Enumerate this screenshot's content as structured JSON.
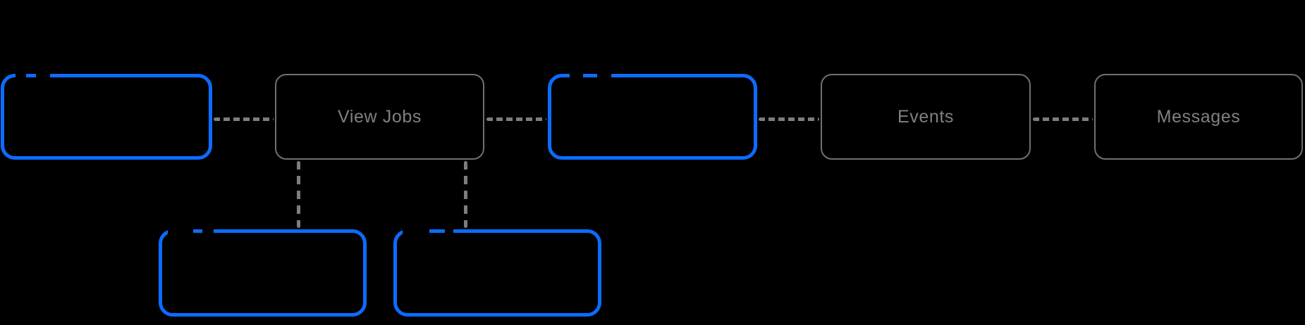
{
  "diagram": {
    "background": "#000000",
    "colors": {
      "highlight_border_blue": "#0b6cff",
      "default_border_gray": "#6f7072",
      "connector_gray": "#7d7d7d",
      "label_gray": "#7f8082"
    },
    "nodes": {
      "stage_1": {
        "label": "",
        "variant": "highlighted-blue"
      },
      "view_jobs": {
        "label": "View Jobs",
        "variant": "default-gray"
      },
      "stage_3": {
        "label": "",
        "variant": "highlighted-blue"
      },
      "events": {
        "label": "Events",
        "variant": "default-gray"
      },
      "messages": {
        "label": "Messages",
        "variant": "default-gray"
      },
      "sub_stage_left": {
        "label": "",
        "variant": "highlighted-blue"
      },
      "sub_stage_right": {
        "label": "",
        "variant": "highlighted-blue"
      }
    },
    "connectors": {
      "style": "dashed",
      "count_horizontal": 4,
      "count_vertical": 2
    }
  }
}
